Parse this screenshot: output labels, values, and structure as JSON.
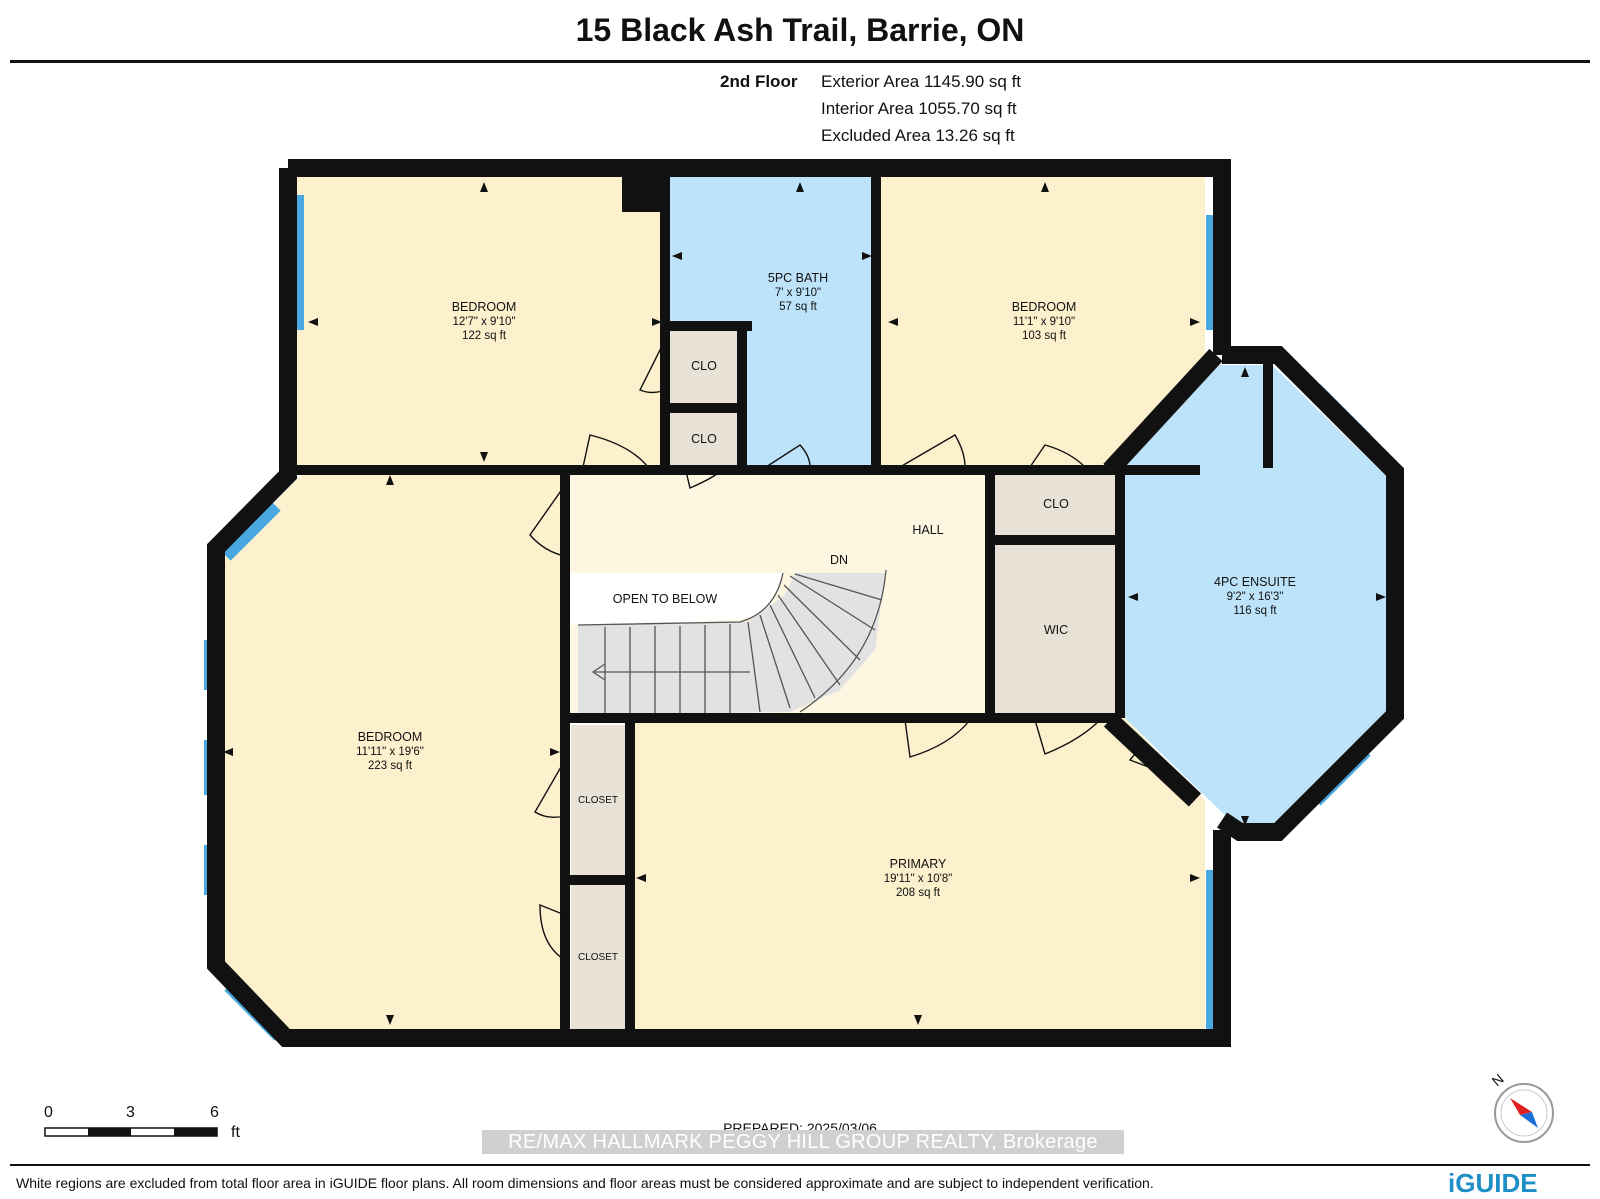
{
  "header": {
    "title": "15 Black Ash Trail, Barrie, ON"
  },
  "floor": {
    "name": "2nd Floor",
    "exterior_area": "Exterior Area 1145.90 sq ft",
    "interior_area": "Interior Area 1055.70 sq ft",
    "excluded_area": "Excluded Area 13.26 sq ft"
  },
  "rooms": [
    {
      "name": "BEDROOM",
      "dims": "12'7\" x 9'10\"",
      "area": "122 sq ft"
    },
    {
      "name": "5PC BATH",
      "dims": "7' x 9'10\"",
      "area": "57 sq ft"
    },
    {
      "name": "BEDROOM",
      "dims": "11'1\" x 9'10\"",
      "area": "103 sq ft"
    },
    {
      "name": "BEDROOM",
      "dims": "11'11\" x 19'6\"",
      "area": "223 sq ft"
    },
    {
      "name": "4PC ENSUITE",
      "dims": "9'2\" x 16'3\"",
      "area": "116 sq ft"
    },
    {
      "name": "PRIMARY",
      "dims": "19'11\" x 10'8\"",
      "area": "208 sq ft"
    }
  ],
  "labels": {
    "clo": "CLO",
    "hall": "HALL",
    "dn": "DN",
    "open_to_below": "OPEN TO BELOW",
    "wic": "WIC",
    "closet": "CLOSET"
  },
  "colors": {
    "bedroom_fill": "#fdf1cd",
    "bath_fill": "#bde3fa",
    "closet_fill": "#e8e1d6",
    "hall_fill": "#fdf7e1",
    "wall": "#111111",
    "window": "#4aa8e0"
  },
  "scale": {
    "tick0": "0",
    "tick1": "3",
    "tick2": "6",
    "unit": "ft"
  },
  "compass": {
    "north_label": "N"
  },
  "footer": {
    "prepared": "PREPARED: 2025/03/06",
    "brokerage": "RE/MAX HALLMARK PEGGY HILL GROUP REALTY, Brokerage",
    "disclaimer": "White regions are excluded from total floor area in iGUIDE floor plans. All room dimensions and floor areas must be considered approximate and are subject to independent verification.",
    "brand": "iGUIDE"
  }
}
